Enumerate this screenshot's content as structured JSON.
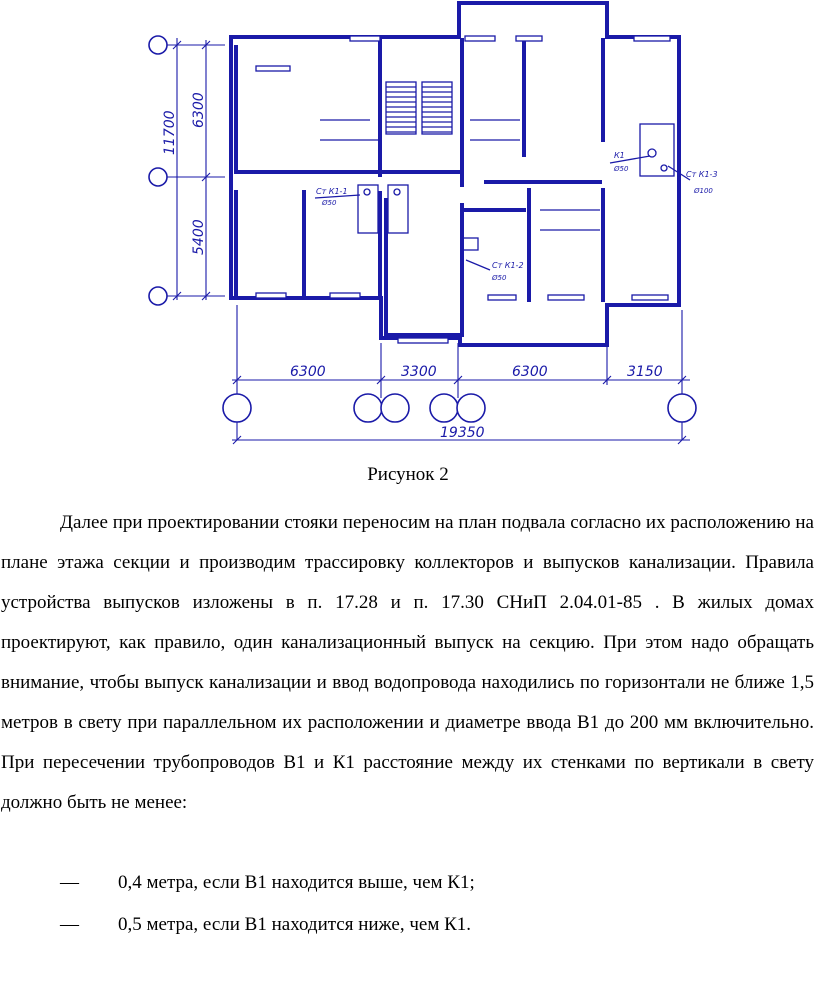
{
  "figure": {
    "row_dimensions": [
      "6300",
      "3300",
      "6300",
      "3150"
    ],
    "total_dimension": "19350",
    "col_dimensions": [
      "11700",
      "6300",
      "5400"
    ],
    "risers": [
      {
        "name": "Ст К1-1",
        "diameter": "Ø50"
      },
      {
        "name": "Ст К1-2",
        "diameter": "Ø50"
      },
      {
        "name": "Ст К1-3",
        "diameter": "Ø100"
      }
    ],
    "outlet": {
      "name": "К1",
      "diameter": "Ø50"
    }
  },
  "caption": "Рисунок 2",
  "paragraph": "Далее при проектировании стояки переносим на план подвала согласно их расположению на плане этажа секции и производим трассировку коллекторов и выпусков канализации. Правила устройства выпусков изложены в п. 17.28 и п. 17.30 СНиП 2.04.01-85 . В жилых домах проектируют, как правило, один канализационный выпуск на секцию. При этом надо обращать внимание, чтобы выпуск канализации и ввод водопровода находились по горизонтали не ближе 1,5 метров в свету при параллельном их расположении и диаметре ввода В1 до 200 мм включительно. При пересечении трубопроводов В1 и К1 расстояние между их стенками по вертикали в свету должно быть не менее:",
  "list": [
    {
      "marker": "—",
      "text": "0,4 метра, если В1 находится выше, чем К1;"
    },
    {
      "marker": "—",
      "text": "0,5 метра, если В1 находится ниже, чем К1."
    }
  ]
}
